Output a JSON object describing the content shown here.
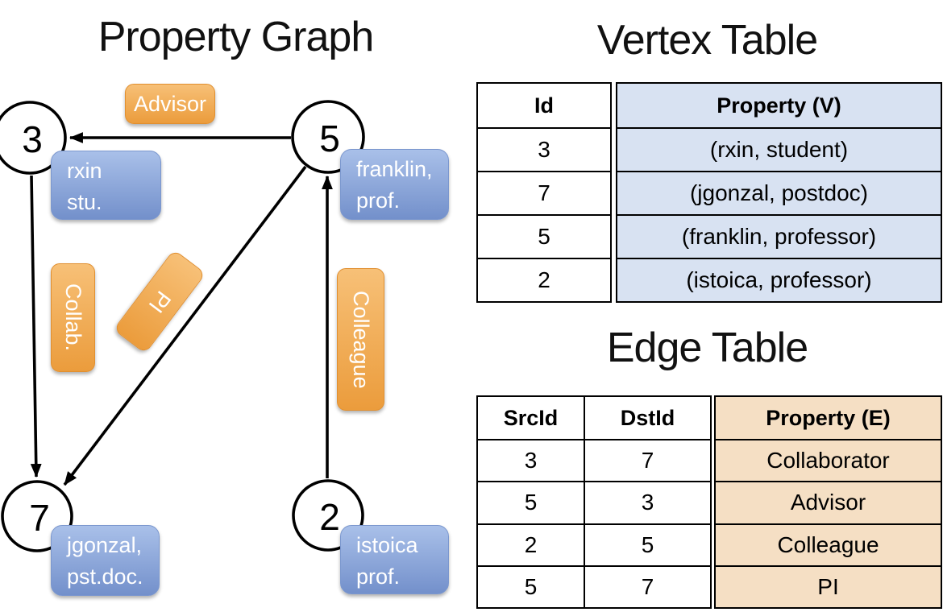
{
  "colors": {
    "edge_label_orange": "#F0A44C",
    "vertex_box_blue": "#84A3D8",
    "vertex_table_fill": "#D8E2F2",
    "edge_table_fill": "#F5DFC4",
    "line_black": "#000000",
    "box_text_white": "#FFFFFF"
  },
  "graph": {
    "title": "Property Graph",
    "vertices": [
      {
        "id": "3",
        "label": "rxin\nstu."
      },
      {
        "id": "5",
        "label": "franklin,\nprof."
      },
      {
        "id": "7",
        "label": "jgonzal,\npst.doc."
      },
      {
        "id": "2",
        "label": "istoica\nprof."
      }
    ],
    "edges": [
      {
        "label": "Advisor",
        "from": "5",
        "to": "3"
      },
      {
        "label": "Collab.",
        "from": "3",
        "to": "7"
      },
      {
        "label": "PI",
        "from": "5",
        "to": "7"
      },
      {
        "label": "Colleague",
        "from": "2",
        "to": "5"
      }
    ]
  },
  "vertex_table": {
    "title": "Vertex Table",
    "headers": {
      "id": "Id",
      "property": "Property (V)"
    },
    "rows": [
      {
        "id": "3",
        "property": "(rxin, student)"
      },
      {
        "id": "7",
        "property": "(jgonzal, postdoc)"
      },
      {
        "id": "5",
        "property": "(franklin, professor)"
      },
      {
        "id": "2",
        "property": "(istoica, professor)"
      }
    ]
  },
  "edge_table": {
    "title": "Edge Table",
    "headers": {
      "src": "SrcId",
      "dst": "DstId",
      "property": "Property (E)"
    },
    "rows": [
      {
        "src": "3",
        "dst": "7",
        "property": "Collaborator"
      },
      {
        "src": "5",
        "dst": "3",
        "property": "Advisor"
      },
      {
        "src": "2",
        "dst": "5",
        "property": "Colleague"
      },
      {
        "src": "5",
        "dst": "7",
        "property": "PI"
      }
    ]
  }
}
